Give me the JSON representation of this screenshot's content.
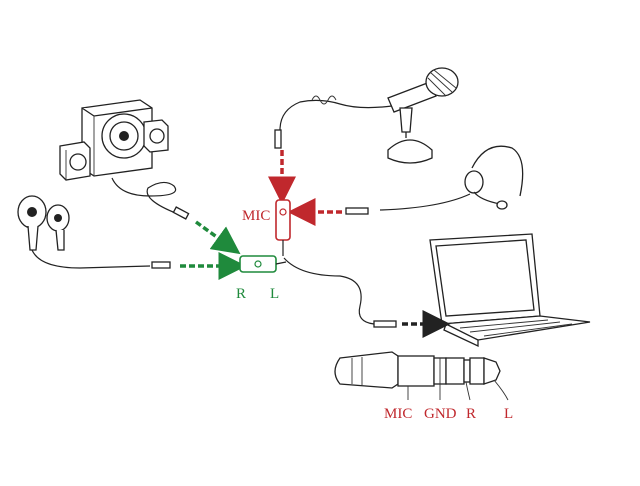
{
  "colors": {
    "mic_accent": "#c0282d",
    "audio_accent": "#1f8a3c",
    "output_accent": "#222222",
    "line": "#222222"
  },
  "devices": [
    "speakers",
    "earphones",
    "desktop-microphone",
    "headset",
    "laptop",
    "splitter",
    "trrs-plug"
  ],
  "splitter_labels": {
    "mic": "MIC",
    "right": "R",
    "left": "L"
  },
  "plug_labels": {
    "mic": "MIC",
    "ground": "GND",
    "right": "R",
    "left": "L"
  }
}
